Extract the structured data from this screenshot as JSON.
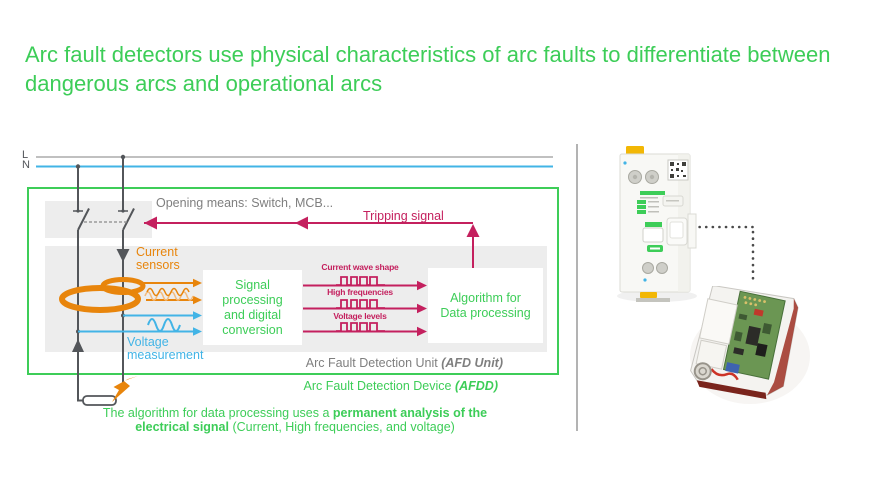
{
  "slide": {
    "title": "Arc fault detectors use physical characteristics of arc faults to differentiate between dangerous arcs and operational arcs"
  },
  "colors": {
    "brand_green": "#3DCD58",
    "crimson": "#C4205E",
    "orange": "#E8850C",
    "blue": "#42B4E6",
    "wire_gray": "#53565A",
    "text_gray": "#7F7F7F"
  },
  "diagram": {
    "live_label": "L",
    "neutral_label": "N",
    "opening_means": "Opening means: Switch, MCB...",
    "tripping_signal": "Tripping signal",
    "current_sensors": "Current sensors",
    "signal_box": "Signal processing and digital conversion",
    "algorithm_box": "Algorithm for Data processing",
    "voltage_measurement": "Voltage measurement",
    "signals": [
      {
        "label": "Current wave shape"
      },
      {
        "label": "High frequencies"
      },
      {
        "label": "Voltage levels"
      }
    ],
    "afd_unit": {
      "text": "Arc Fault Detection Unit ",
      "emphasis": "(AFD Unit)"
    },
    "afdd": {
      "text": "Arc Fault Detection Device ",
      "emphasis": "(AFDD)"
    },
    "caption": {
      "part1": "The algorithm for data processing uses a ",
      "bold": "permanent analysis of the electrical signal",
      "part2": " (Current, High frequencies, and voltage)"
    }
  },
  "product_panel": {
    "breaker_image": "afdd-circuit-breaker-photo",
    "internals_image": "afdd-internal-circuit-board-photo"
  }
}
